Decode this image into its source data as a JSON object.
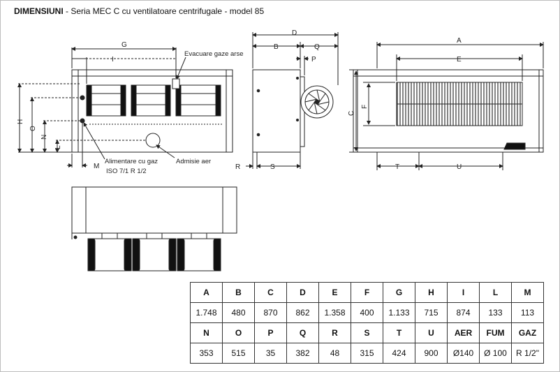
{
  "title": {
    "bold": "DIMENSIUNI",
    "rest": " -  Seria MEC C cu ventilatoare centrifugale - model 85"
  },
  "callouts": {
    "exhaust": "Evacuare gaze arse",
    "gas_supply": "Alimentare cu gaz",
    "gas_thread": "ISO 7/1 R 1/2",
    "air_intake": "Admisie aer"
  },
  "dims": {
    "G": "G",
    "I": "I",
    "H": "H",
    "O": "O",
    "N": "N",
    "L": "L",
    "M": "M",
    "D": "D",
    "B": "B",
    "Q": "Q",
    "P": "P",
    "R": "R",
    "S": "S",
    "A": "A",
    "E": "E",
    "C": "C",
    "F": "F",
    "T": "T",
    "U": "U"
  },
  "table": {
    "rows": [
      [
        "A",
        "B",
        "C",
        "D",
        "E",
        "F",
        "G",
        "H",
        "I",
        "L",
        "M"
      ],
      [
        "1.748",
        "480",
        "870",
        "862",
        "1.358",
        "400",
        "1.133",
        "715",
        "874",
        "133",
        "113"
      ],
      [
        "N",
        "O",
        "P",
        "Q",
        "R",
        "S",
        "T",
        "U",
        "AER",
        "FUM",
        "GAZ"
      ],
      [
        "353",
        "515",
        "35",
        "382",
        "48",
        "315",
        "424",
        "900",
        "Ø140",
        "Ø 100",
        "R 1/2\""
      ]
    ]
  }
}
